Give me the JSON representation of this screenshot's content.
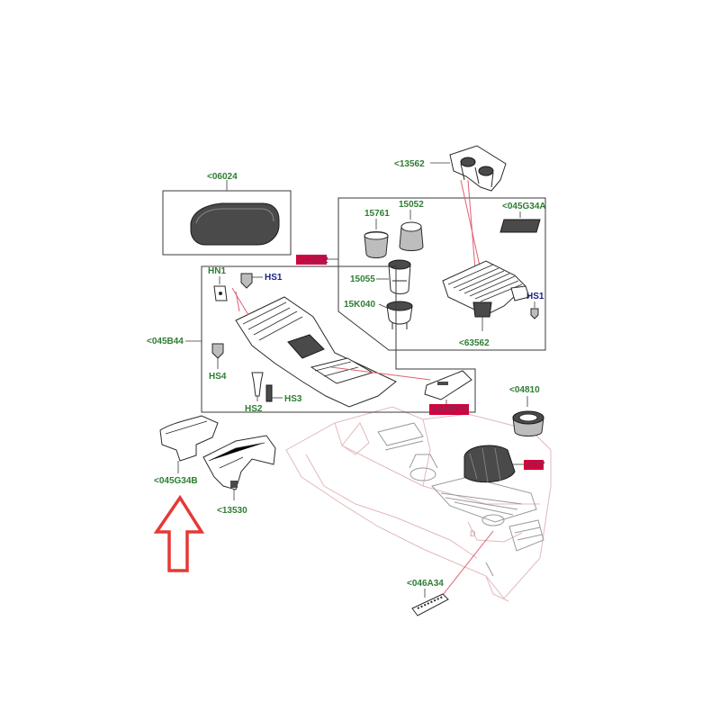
{
  "parts": {
    "armrest_lid": "<06024",
    "cupholder_top": "<13562",
    "insert_b": "<045G34A",
    "grey_box_ref": "<13562",
    "cup_15761": "15761",
    "cup_15052": "15052",
    "holder_15055": "15055",
    "holder_15k040": "15K040",
    "hs1_right": "HS1",
    "storage_63562": "<63562",
    "hn1": "HN1",
    "hs1_left": "HS1",
    "frame_045b44": "<045B44",
    "hs4": "HS4",
    "hs2": "HS2",
    "hs3": "HS3",
    "trim_044e19": "<044E19",
    "socket_04810": "<04810",
    "panel_045g34b": "<045G34B",
    "bracket_13530": "<13530",
    "knob_ref": "<277",
    "strip_046a34": "<046A34"
  },
  "colors": {
    "label": "#2e7d32",
    "fastener_label": "#1a237e",
    "highlight": "#d5003a",
    "arrow": "#e53935",
    "leader_red": "#e06070"
  },
  "icons": {
    "indicator": "up-arrow-icon"
  }
}
